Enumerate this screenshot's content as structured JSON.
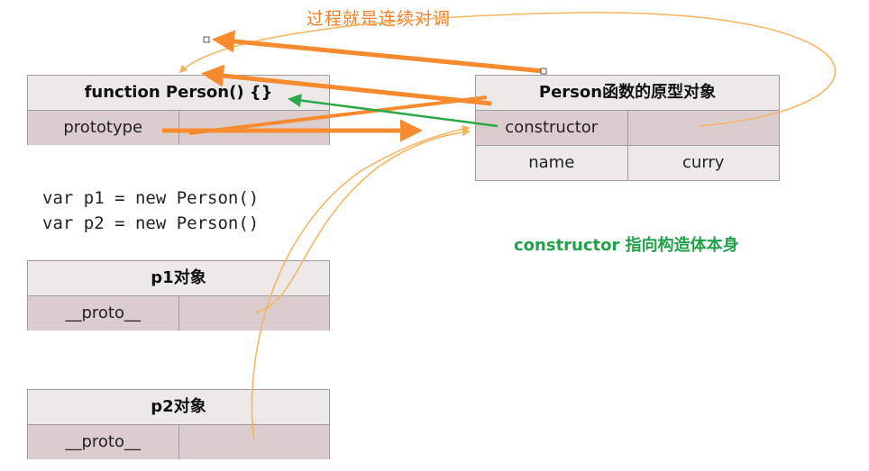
{
  "annotations": {
    "top_note": "过程就是连续对调",
    "green_note": "constructor 指向构造体本身"
  },
  "code_lines": [
    "var p1 = new Person()",
    "var p2 = new Person()"
  ],
  "boxes": {
    "person_function": {
      "title": "function Person() {}",
      "rows": [
        [
          "prototype",
          ""
        ]
      ]
    },
    "prototype_object": {
      "title": "Person函数的原型对象",
      "rows": [
        [
          "constructor",
          ""
        ],
        [
          "name",
          "curry"
        ]
      ]
    },
    "p1_object": {
      "title": "p1对象",
      "rows": [
        [
          "__proto__",
          ""
        ]
      ]
    },
    "p2_object": {
      "title": "p2对象",
      "rows": [
        [
          "__proto__",
          ""
        ]
      ]
    }
  },
  "colors": {
    "orange_arrow": "#f58a2f",
    "thin_orange": "#f5b35d",
    "green_arrow": "#2aa84a"
  }
}
